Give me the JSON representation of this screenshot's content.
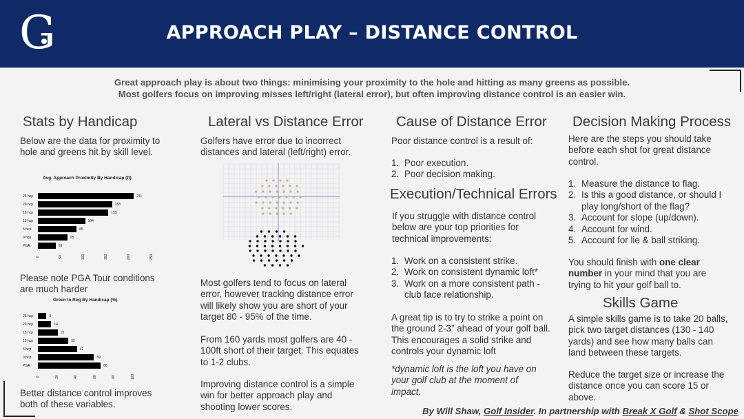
{
  "header": {
    "logo_letter": "G",
    "title": "APPROACH PLAY – DISTANCE CONTROL"
  },
  "intro": {
    "line1": "Great approach play is about two things: minimising your proximity to the hole and hitting as many greens as possible.",
    "line2": "Most golfers focus on improving misses left/right (lateral error), but often improving distance control is an easier win."
  },
  "col1": {
    "heading": "Stats by Handicap",
    "text": "Below are the data for proximity to hole and greens hit by skill level.",
    "note": "Please note PGA Tour conditions are much harder",
    "closing": "Better distance control improves both of these variables."
  },
  "col2": {
    "heading": "Lateral vs Distance Error",
    "text": "Golfers have error due to incorrect distances and lateral (left/right) error.",
    "p1": "Most golfers tend to focus on lateral error, however tracking distance error will likely show you are short of your target 80 - 95% of the time.",
    "p2": "From 160 yards most golfers are 40 - 100ft short of their target. This equates to 1-2 clubs.",
    "p3": "Improving distance control is a simple win for better approach play and shooting lower scores."
  },
  "col3": {
    "heading": "Cause of Distance Error",
    "intro": "Poor distance control is a result of:",
    "causes": [
      "Poor execution.",
      "Poor decision making."
    ],
    "heading2": "Execution/Technical Errors",
    "text2": "If you struggle with distance control below are your top priorities for technical improvements:",
    "priorities": [
      "Work on a consistent strike.",
      "Work on consistent dynamic loft*",
      "Work on a more consistent path - club face relationship."
    ],
    "tip": "A great tip is to try to strike a point on the ground 2-3” ahead of your golf ball. This encourages a solid strike and controls your dynamic loft",
    "footnote": "*dynamic loft is the loft you have on your golf club at the moment of impact."
  },
  "col4": {
    "heading": "Decision Making Process",
    "intro": "Here are the steps you should take before each shot for great distance control.",
    "steps": [
      "Measure the distance to flag.",
      "Is this a good distance, or should I play long/short of the flag?",
      "Account for slope (up/down).",
      "Account for wind.",
      "Account for lie & ball striking."
    ],
    "finish_a": "You should finish with ",
    "finish_b": "one clear number",
    "finish_c": " in your mind that you are trying to hit your golf ball to.",
    "heading2": "Skills Game",
    "game": "A simple skills game is to take 20 balls, pick two target distances (130 - 140 yards) and see how many balls can land between these targets.",
    "game2": "Reduce the target size or increase the distance once you can score 15 or above."
  },
  "footer": {
    "by": "By Will Shaw, ",
    "site": "Golf Insider",
    "mid": ". In partnership with ",
    "p1": "Break X Golf",
    "amp": " & ",
    "p2": "Shot Scope"
  },
  "chart_data": [
    {
      "type": "bar",
      "orientation": "horizontal",
      "title": "Avg. Approach Proximity By Handicap (ft)",
      "categories": [
        "25 hcp",
        "20 hcp",
        "15 hcp",
        "10 hcp",
        "5 hcp",
        "0 hcp",
        "PGA"
      ],
      "values": [
        211,
        163,
        155,
        104,
        85,
        65,
        39
      ],
      "xlim": [
        0,
        250
      ],
      "xticks": [
        "0",
        "50",
        "100",
        "150",
        "200",
        "250"
      ],
      "bar_color": "#000000"
    },
    {
      "type": "bar",
      "orientation": "horizontal",
      "title": "Green In Reg By Handicap (%)",
      "categories": [
        "25 hcp",
        "20 hcp",
        "15 hcp",
        "10 hcp",
        "5 hcp",
        "0 hcp",
        "PGA"
      ],
      "values": [
        9,
        14,
        21,
        32,
        41,
        59,
        66
      ],
      "xlim": [
        0,
        100
      ],
      "xticks": [
        "0",
        "20",
        "40",
        "60",
        "80",
        "100"
      ],
      "bar_color": "#000000"
    }
  ]
}
